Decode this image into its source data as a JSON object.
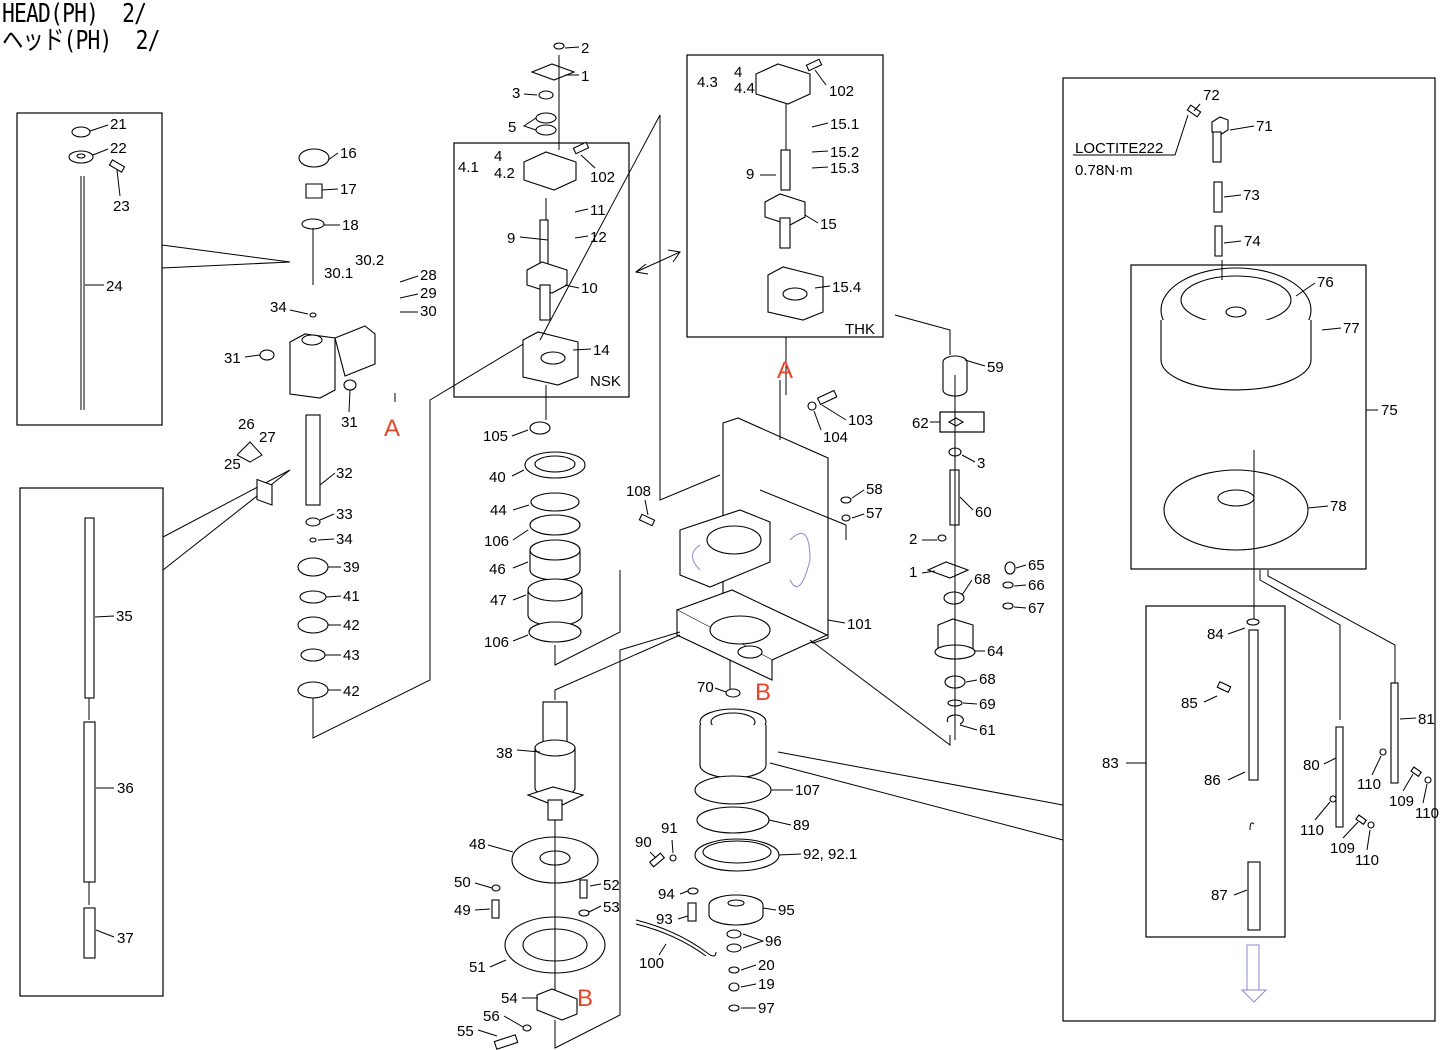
{
  "header": {
    "title_en": "HEAD(PH)  2/",
    "title_jp": "ヘッド(PH)  2/"
  },
  "colors": {
    "line": "#000000",
    "reference_letter": "#e8442a",
    "hidden_line": "#8a8ad0",
    "background": "#ffffff"
  },
  "reference_letters": [
    {
      "id": "A-left",
      "text": "A"
    },
    {
      "id": "A-center",
      "text": "A"
    },
    {
      "id": "B-top",
      "text": "B"
    },
    {
      "id": "B-bottom",
      "text": "B"
    }
  ],
  "callout_boxes": {
    "nsk_label": "NSK",
    "thk_label": "THK",
    "loctite_label": "LOCTITE222",
    "torque_label": "0.78N·m"
  },
  "part_labels": {
    "p21": "21",
    "p22": "22",
    "p23": "23",
    "p24": "24",
    "p16": "16",
    "p17": "17",
    "p18": "18",
    "p30_1": "30.1",
    "p30_2": "30.2",
    "p28": "28",
    "p29": "29",
    "p30": "30",
    "p34a": "34",
    "p31a": "31",
    "p31b": "31",
    "p26": "26",
    "p27": "27",
    "p25": "25",
    "p32": "32",
    "p33": "33",
    "p34b": "34",
    "p39": "39",
    "p41": "41",
    "p42a": "42",
    "p43": "43",
    "p42b": "42",
    "p35": "35",
    "p36": "36",
    "p37": "37",
    "p2a": "2",
    "p1a": "1",
    "p3a": "3",
    "p5": "5",
    "p4a": "4",
    "p4_1": "4.1",
    "p4_2": "4.2",
    "p102a": "102",
    "p11": "11",
    "p9a": "9",
    "p12": "12",
    "p10": "10",
    "p14": "14",
    "p4b": "4",
    "p4_3": "4.3",
    "p4_4": "4.4",
    "p102b": "102",
    "p15_1": "15.1",
    "p15_2": "15.2",
    "p15_3": "15.3",
    "p9b": "9",
    "p15": "15",
    "p15_4": "15.4",
    "p105": "105",
    "p40": "40",
    "p44": "44",
    "p106a": "106",
    "p46": "46",
    "p47": "47",
    "p106b": "106",
    "p103": "103",
    "p104": "104",
    "p108": "108",
    "p58": "58",
    "p57": "57",
    "p101": "101",
    "p70": "70",
    "p59": "59",
    "p62": "62",
    "p3b": "3",
    "p60": "60",
    "p2b": "2",
    "p1b": "1",
    "p65": "65",
    "p66": "66",
    "p67": "67",
    "p68a": "68",
    "p64": "64",
    "p68b": "68",
    "p69": "69",
    "p61": "61",
    "p38": "38",
    "p48": "48",
    "p50": "50",
    "p52": "52",
    "p49": "49",
    "p53": "53",
    "p51": "51",
    "p54": "54",
    "p56": "56",
    "p55": "55",
    "p107": "107",
    "p89": "89",
    "p91": "91",
    "p90": "90",
    "p92": "92, 92.1",
    "p94": "94",
    "p93": "93",
    "p95": "95",
    "p96": "96",
    "p20": "20",
    "p19": "19",
    "p97": "97",
    "p100": "100",
    "p72": "72",
    "p71": "71",
    "p73": "73",
    "p74": "74",
    "p76": "76",
    "p77": "77",
    "p75": "75",
    "p78": "78",
    "p84": "84",
    "p85": "85",
    "p86": "86",
    "p87": "87",
    "p83": "83",
    "p80": "80",
    "p81": "81",
    "p110a": "110",
    "p109a": "109",
    "p110b": "110",
    "p110c": "110",
    "p109b": "109",
    "p110d": "110"
  }
}
